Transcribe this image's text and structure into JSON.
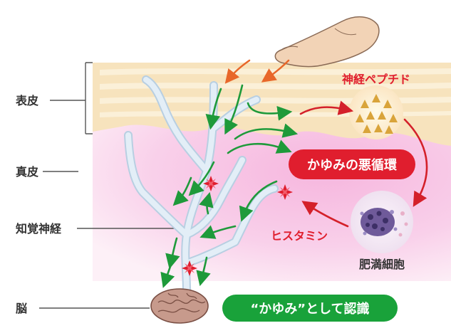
{
  "labels": {
    "epidermis": "表皮",
    "dermis": "真皮",
    "sensory_nerve": "知覚神経",
    "brain": "脳"
  },
  "callouts": {
    "neuropeptide": "神経ペプチド",
    "vicious_cycle": "かゆみの悪循環",
    "histamine": "ヒスタミン",
    "mast_cell": "肥満細胞",
    "recognized_as_itch": "“かゆみ”として認識"
  },
  "colors": {
    "epidermis_fill": "#f7e3bd",
    "epidermis_stripe": "#fbf0d8",
    "dermis_fill": "#f8c8e6",
    "nerve_fill": "#e3eef7",
    "nerve_stroke": "#b8cfe2",
    "green_arrow": "#1e9a3a",
    "orange_arrow": "#e8672a",
    "red_arrow": "#d4202a",
    "red_accent": "#e01e2e",
    "green_banner": "#19a23a"
  }
}
